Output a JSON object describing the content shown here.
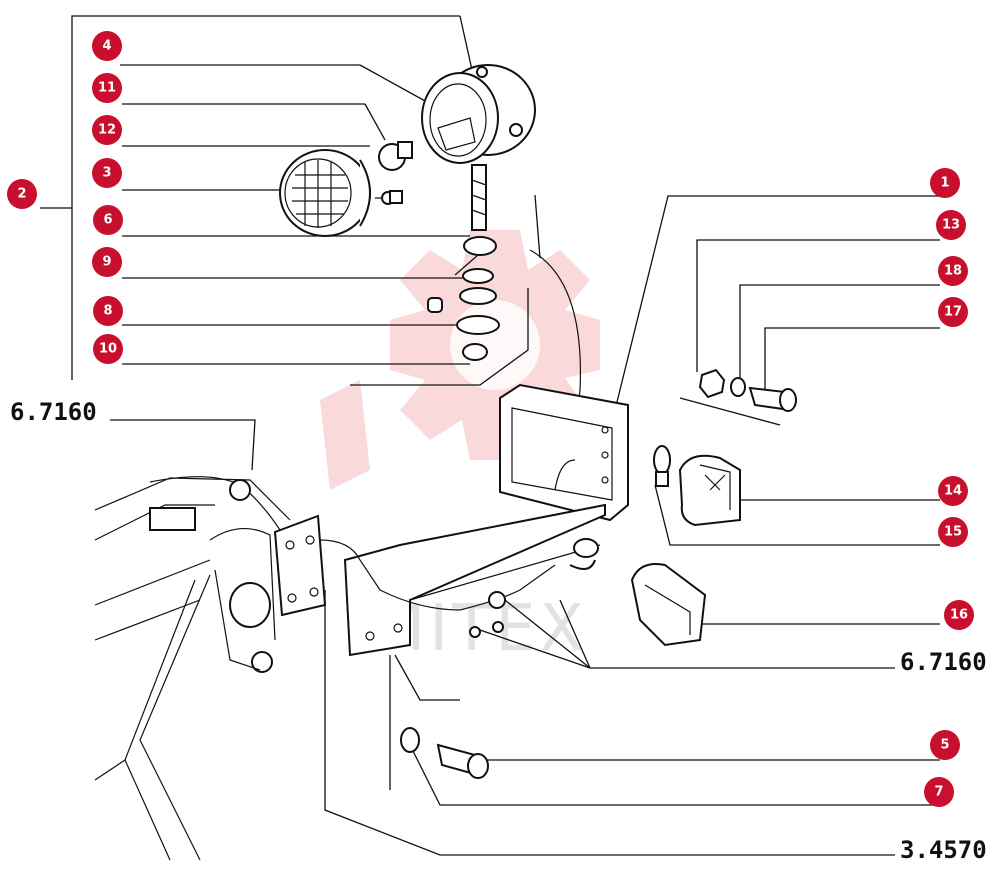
{
  "callouts": [
    "4",
    "11",
    "12",
    "3",
    "2",
    "6",
    "9",
    "8",
    "10",
    "1",
    "13",
    "18",
    "17",
    "14",
    "15",
    "16",
    "5",
    "7"
  ],
  "references": [
    "6.7160",
    "6.7160",
    "3.4570"
  ],
  "watermark": "MITEX",
  "colors": {
    "badge": "#c8102e",
    "watermark": "#f4b9b9"
  }
}
